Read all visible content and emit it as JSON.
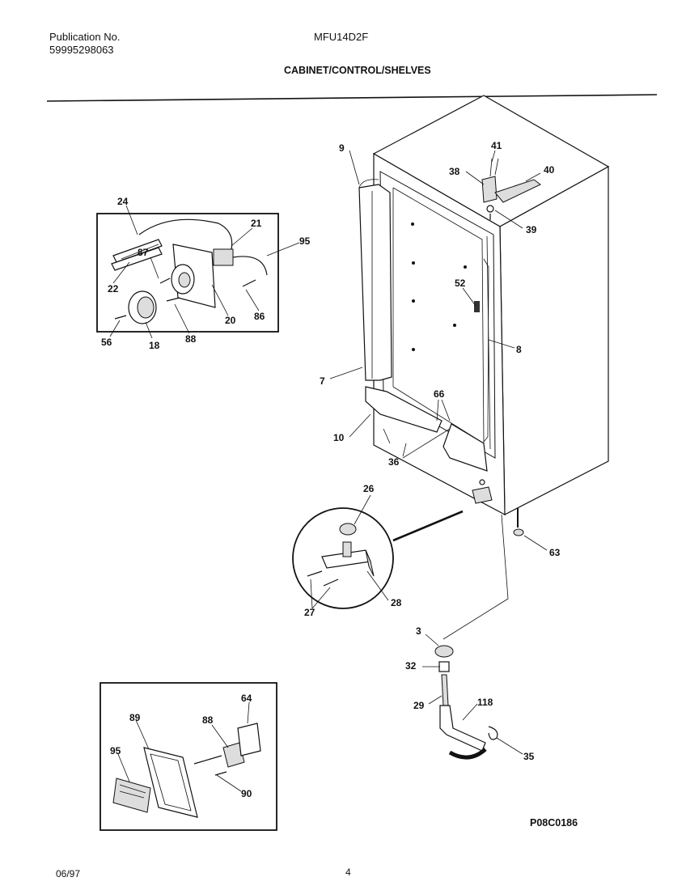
{
  "header": {
    "publication_label": "Publication No.",
    "publication_number": "59995298063",
    "model": "MFU14D2F",
    "section_title": "CABINET/CONTROL/SHELVES"
  },
  "footer": {
    "date": "06/97",
    "page": "4",
    "drawing_code": "P08C0186"
  },
  "callouts": {
    "c9": "9",
    "c41": "41",
    "c38": "38",
    "c40": "40",
    "c39": "39",
    "c52": "52",
    "c8": "8",
    "c7": "7",
    "c66": "66",
    "c10": "10",
    "c36": "36",
    "c24": "24",
    "c21": "21",
    "c95a": "95",
    "c87": "87",
    "c22": "22",
    "c20": "20",
    "c86": "86",
    "c56": "56",
    "c18": "18",
    "c88a": "88",
    "c26": "26",
    "c28": "28",
    "c27": "27",
    "c63": "63",
    "c3": "3",
    "c32": "32",
    "c29": "29",
    "c118": "118",
    "c35": "35",
    "c89": "89",
    "c88b": "88",
    "c64": "64",
    "c95b": "95",
    "c90": "90"
  }
}
